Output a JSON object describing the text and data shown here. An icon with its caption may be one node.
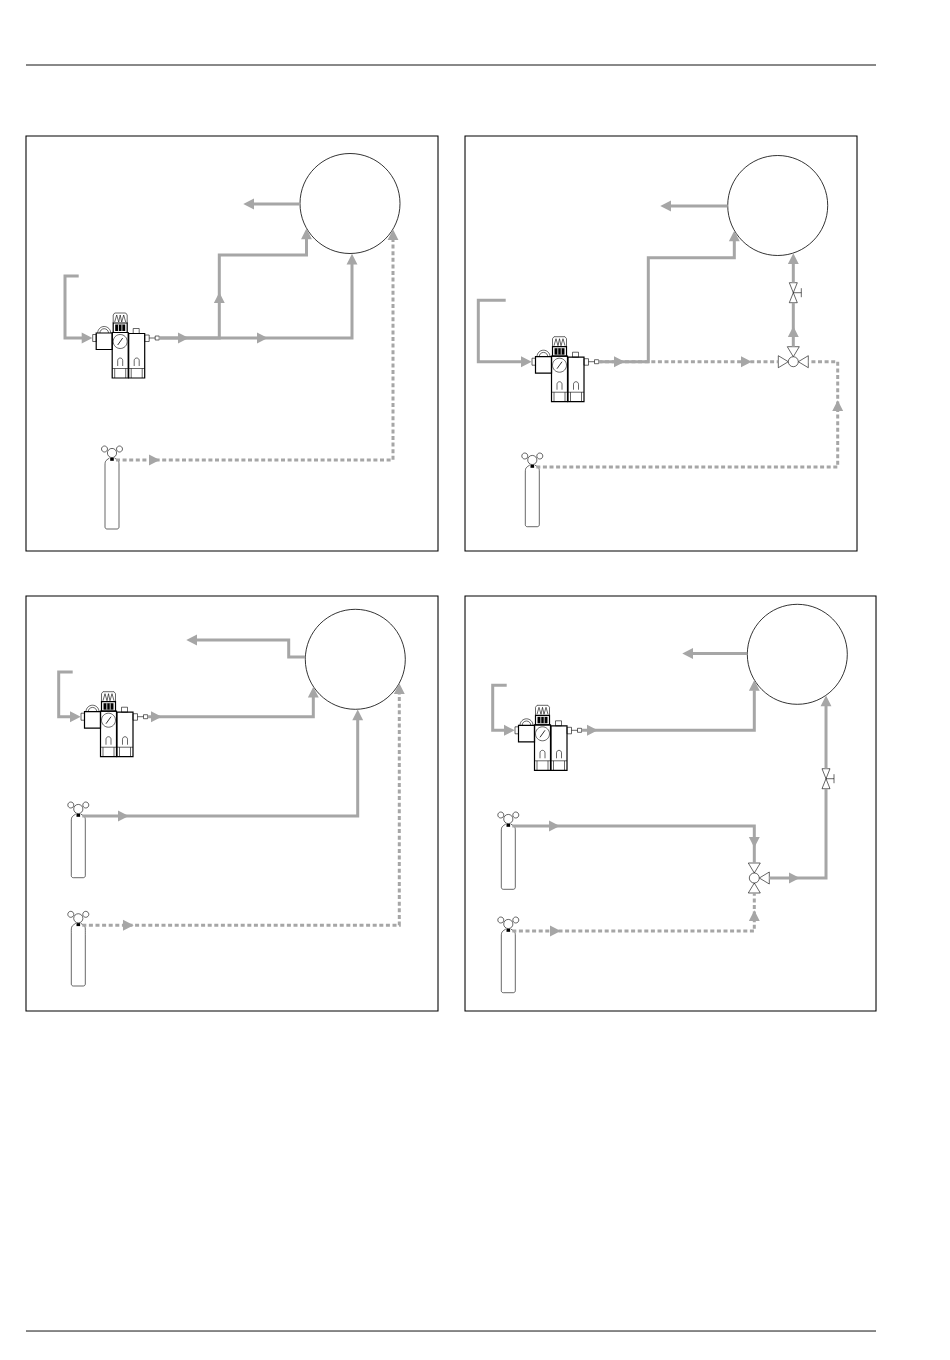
{
  "diagram": {
    "nodes": [
      {
        "text": [],
        "shape": "box"
      },
      {
        "text": [],
        "shape": "circle",
        "in": 0
      },
      {
        "text": [],
        "shape": "picture",
        "in": 0
      },
      {
        "text": [],
        "shape": "cylinder",
        "in": 0
      },
      {
        "text": [],
        "shape": "box"
      },
      {
        "text": [],
        "shape": "circle",
        "in": 4
      },
      {
        "text": [],
        "shape": "valve",
        "in": 4
      },
      {
        "text": [],
        "shape": "picture",
        "in": 4
      },
      {
        "text": [],
        "shape": "valve",
        "in": 4
      },
      {
        "text": [],
        "shape": "cylinder",
        "in": 4
      },
      {
        "text": [],
        "shape": "box"
      },
      {
        "text": [],
        "shape": "circle",
        "in": 10
      },
      {
        "text": [],
        "shape": "picture",
        "in": 10
      },
      {
        "text": [],
        "shape": "cylinder",
        "in": 10
      },
      {
        "text": [],
        "shape": "cylinder",
        "in": 10
      },
      {
        "text": [],
        "shape": "box"
      },
      {
        "text": [],
        "shape": "circle",
        "in": 15
      },
      {
        "text": [],
        "shape": "picture",
        "in": 15
      },
      {
        "text": [],
        "shape": "valve",
        "in": 15
      },
      {
        "text": [],
        "shape": "cylinder",
        "in": 15
      },
      {
        "text": [],
        "shape": "valve",
        "in": 15
      },
      {
        "text": [],
        "shape": "cylinder",
        "in": 15
      }
    ],
    "edges": [
      {
        "from": 1,
        "to": null,
        "arrow": "to"
      },
      {
        "from": null,
        "to": 2,
        "arrow": "to"
      },
      {
        "from": 2,
        "to": 1,
        "arrow": "to"
      },
      {
        "from": 2,
        "to": 1,
        "arrow": "to"
      },
      {
        "from": 3,
        "to": 1,
        "arrow": "to",
        "style": "dashed"
      },
      {
        "from": 5,
        "to": null,
        "arrow": "to"
      },
      {
        "from": null,
        "to": 7,
        "arrow": "to"
      },
      {
        "from": 7,
        "to": 5,
        "arrow": "to"
      },
      {
        "from": 7,
        "to": 8,
        "arrow": "to",
        "style": "dashed"
      },
      {
        "from": 8,
        "to": 6,
        "arrow": "to"
      },
      {
        "from": 6,
        "to": 5,
        "arrow": "to"
      },
      {
        "from": 9,
        "to": 8,
        "arrow": "to",
        "style": "dashed"
      },
      {
        "from": 11,
        "to": null,
        "arrow": "to"
      },
      {
        "from": null,
        "to": 12,
        "arrow": "to"
      },
      {
        "from": 12,
        "to": 11,
        "arrow": "to"
      },
      {
        "from": 13,
        "to": 11,
        "arrow": "to"
      },
      {
        "from": 14,
        "to": 11,
        "arrow": "to",
        "style": "dashed"
      },
      {
        "from": 16,
        "to": null,
        "arrow": "to"
      },
      {
        "from": null,
        "to": 17,
        "arrow": "to"
      },
      {
        "from": 17,
        "to": 16,
        "arrow": "to"
      },
      {
        "from": 19,
        "to": 20,
        "arrow": "to"
      },
      {
        "from": 21,
        "to": 20,
        "arrow": "to",
        "style": "dashed"
      },
      {
        "from": 20,
        "to": 18,
        "arrow": "to"
      },
      {
        "from": 18,
        "to": 16,
        "arrow": "to"
      }
    ]
  }
}
